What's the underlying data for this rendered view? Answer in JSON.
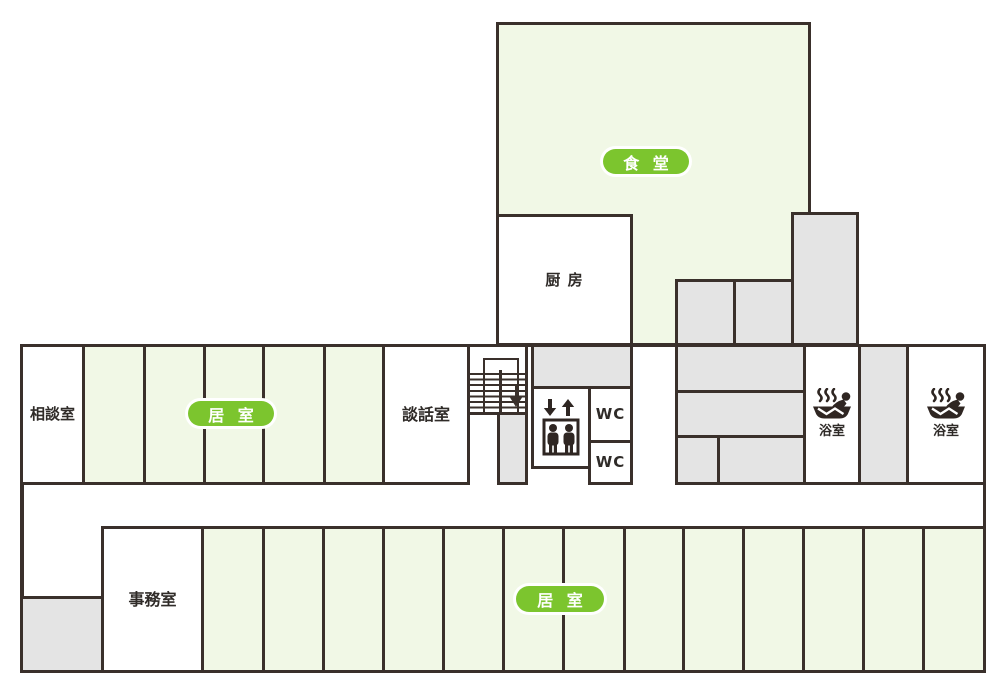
{
  "plan": {
    "dining": {
      "label": "食 堂"
    },
    "kitchen": {
      "label": "厨 房"
    },
    "consultation": {
      "label": "相談室"
    },
    "living_top": {
      "label": "居 室"
    },
    "lounge": {
      "label": "談話室"
    },
    "wc_top": {
      "label": "WC"
    },
    "wc_bottom": {
      "label": "WC"
    },
    "bath_left": {
      "label": "浴室"
    },
    "bath_right": {
      "label": "浴室"
    },
    "office": {
      "label": "事務室"
    },
    "living_bottom": {
      "label": "居 室"
    }
  },
  "icons": {
    "bath": "bath-icon",
    "elevator": "elevator-icon",
    "stairs_down_arrow": "down-arrow-icon"
  },
  "colors": {
    "room_green": "#f1f8e6",
    "accent_green": "#7cc52e",
    "room_gray": "#e4e4e4",
    "wall": "#3a302b",
    "text": "#2f2b28"
  }
}
